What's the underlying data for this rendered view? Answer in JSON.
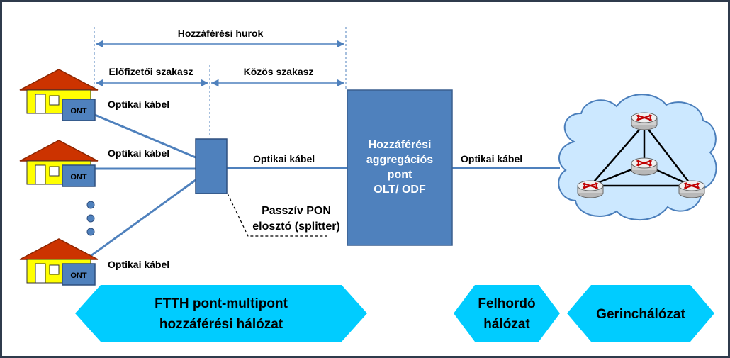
{
  "labels": {
    "access_loop": "Hozzáférési hurok",
    "subscriber_section": "Előfizetői szakasz",
    "common_section": "Közös szakasz",
    "cable_1": "Optikai kábel",
    "cable_2": "Optikai kábel",
    "cable_3": "Optikai kábel",
    "cable_main": "Optikai kábel",
    "cable_backhaul": "Optikai kábel",
    "splitter_line1": "Passzív PON",
    "splitter_line2": "elosztó (splitter)",
    "agg_line1": "Hozzáférési",
    "agg_line2": "aggregációs",
    "agg_line3": "pont",
    "agg_line4": "OLT/ ODF",
    "ont_1": "ONT",
    "ont_2": "ONT",
    "ont_3": "ONT"
  },
  "banners": {
    "ftth_line1": "FTTH pont-multipont",
    "ftth_line2": "hozzáférési hálózat",
    "backhaul_line1": "Felhordó",
    "backhaul_line2": "hálózat",
    "core": "Gerinchálózat"
  },
  "colors": {
    "box_blue": "#4F81BD",
    "box_border": "#3A5F8F",
    "line_blue": "#4F81BD",
    "banner_cyan": "#00CCFF",
    "house_wall": "#FFFF00",
    "house_roof": "#CC3300",
    "cloud_fill": "#CCE8FF",
    "cloud_stroke": "#4A7EBB",
    "frame_border": "#2F3B4C"
  }
}
